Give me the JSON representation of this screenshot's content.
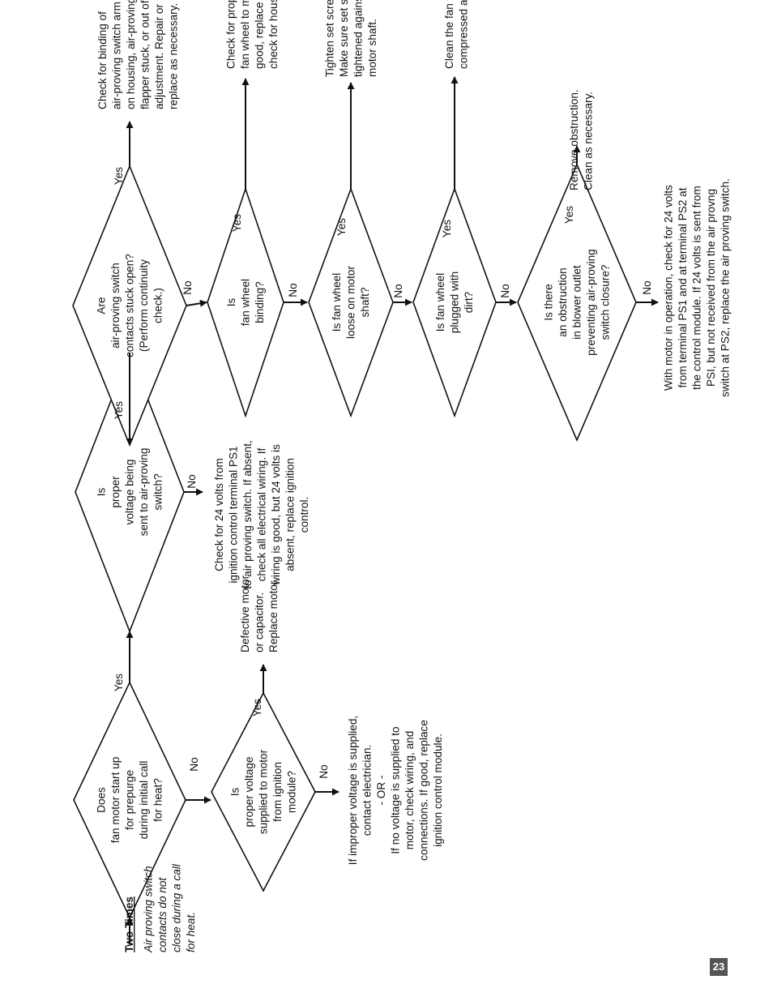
{
  "diagram": {
    "start": {
      "title": "Two Times",
      "lines": [
        "Air proving switch",
        "contacts do not",
        "close during a call",
        "for heat."
      ]
    },
    "decisions": [
      {
        "id": "d1",
        "lines": [
          "Does",
          "fan motor start up",
          "for prepurge",
          "during initial call",
          "for heat?"
        ]
      },
      {
        "id": "d2",
        "lines": [
          "Is",
          "proper voltage",
          "supplied to motor",
          "from ignition",
          "module?"
        ]
      },
      {
        "id": "d3",
        "lines": [
          "Is",
          "proper",
          "voltage being",
          "sent to air-proving",
          "switch?"
        ]
      },
      {
        "id": "d4",
        "lines": [
          "Are",
          "air-proving switch",
          "contacts stuck open?",
          "(Perform continuity",
          "check.)"
        ]
      },
      {
        "id": "d5",
        "lines": [
          "Is",
          "fan wheel",
          "binding?"
        ]
      },
      {
        "id": "d6",
        "lines": [
          "Is fan wheel",
          "loose on motor",
          "shaft?"
        ]
      },
      {
        "id": "d7",
        "lines": [
          "Is fan wheel",
          "plugged with",
          "dirt?"
        ]
      },
      {
        "id": "d8",
        "lines": [
          "Is there",
          "an obstruction",
          "in blower outlet",
          "preventing air-proving",
          "switch closure?"
        ]
      }
    ],
    "actions": [
      {
        "id": "a1",
        "lines": [
          "Defective motor",
          "or capacitor.",
          "Replace motor."
        ]
      },
      {
        "id": "a2",
        "lines": [
          "If improper voltage is supplied,",
          "contact electrician.",
          "- OR -",
          "If no voltage is supplied to",
          "motor, check wiring, and",
          "connections. If good, replace",
          "ignition control module."
        ]
      },
      {
        "id": "a3",
        "lines": [
          "Check for 24 volts from",
          "ignition control  terminal PS1",
          "to air proving switch. If absent,",
          "check all electrical wiring. If",
          "wiring is good, but 24 volts is",
          "absent, replace ignition",
          "control."
        ]
      },
      {
        "id": "a4",
        "lines": [
          "Check for binding of",
          "air-proving switch arm",
          "on housing, air-proving",
          "flapper stuck, or out of",
          "adjustment.  Repair or",
          "replace as necessary."
        ]
      },
      {
        "id": "a5",
        "lines": [
          "Check for proper clearance of",
          "fan wheel to motor mount.  If",
          "good, replace fan wheel, or",
          "check for housing alignment."
        ]
      },
      {
        "id": "a6",
        "lines": [
          "Tighten set screw(s) on fan.",
          "Make sure set screw(s) are",
          "tightened against flat(s) of",
          "motor shaft."
        ]
      },
      {
        "id": "a7",
        "lines": [
          "Clean the fan wheel with",
          "compressed air or soft brush."
        ]
      },
      {
        "id": "a8",
        "lines": [
          "Remove obstruction.",
          "Clean as necessary."
        ]
      },
      {
        "id": "a9",
        "lines": [
          "With motor in operation, check for 24 volts",
          "from terminal PS1 and at  terminal PS2 at",
          "the control module. If 24 volts is sent from",
          "PSI, but not received from the air provng",
          "switch at PS2, replace the air proving switch."
        ]
      }
    ],
    "labels": {
      "yes": "Yes",
      "no": "No"
    }
  },
  "page_number": "23"
}
